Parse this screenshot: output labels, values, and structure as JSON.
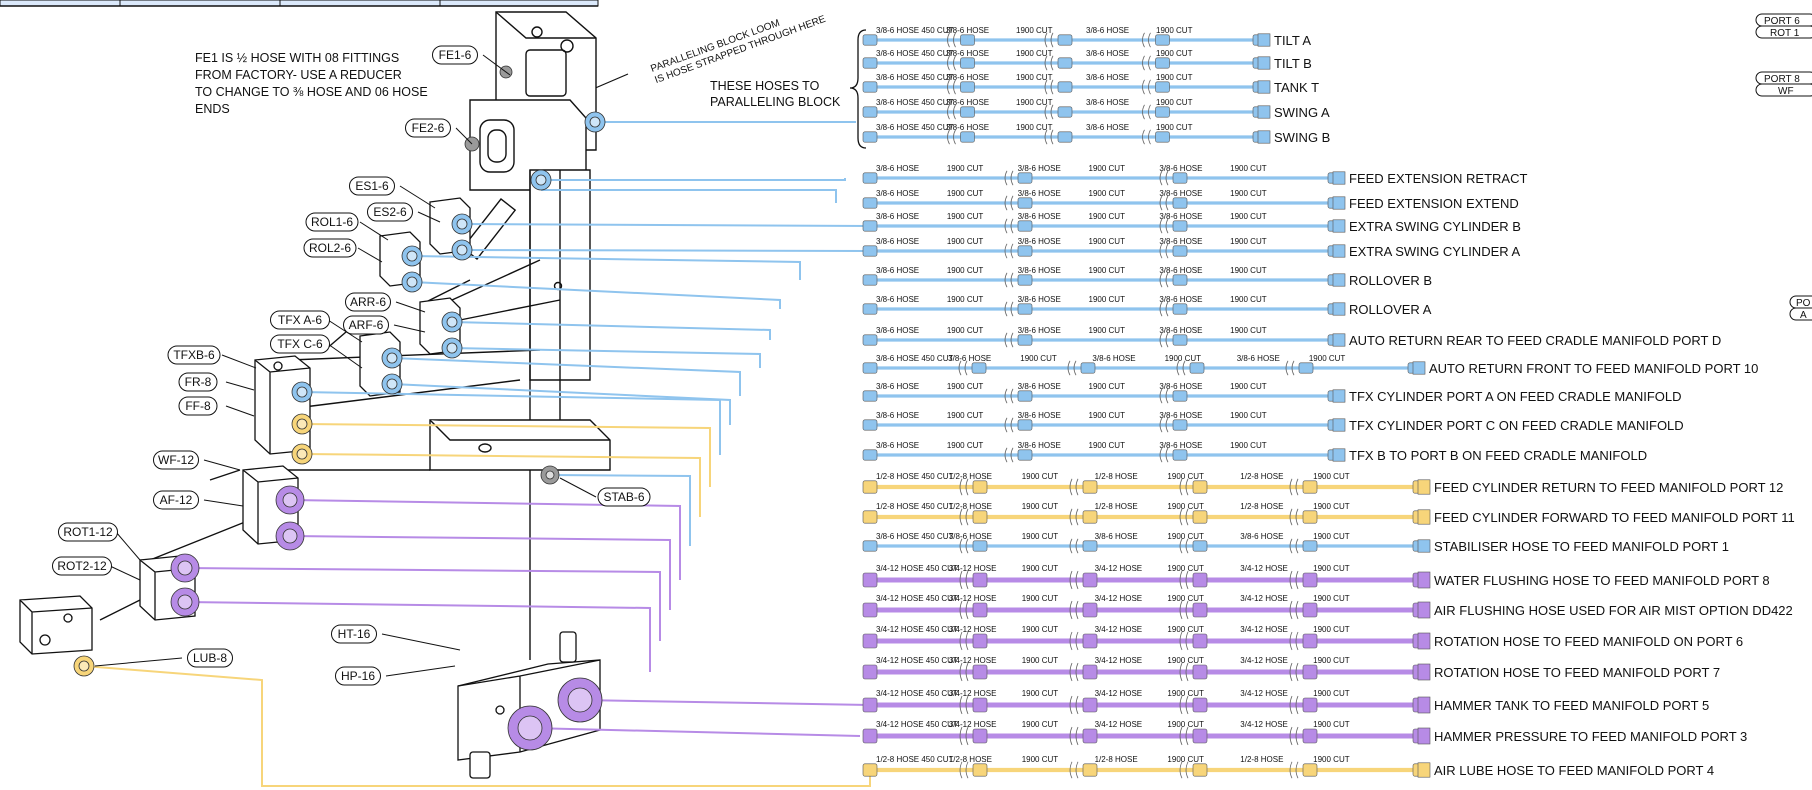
{
  "note_fe1": [
    "FE1 IS ½ HOSE WITH 08 FITTINGS",
    "FROM FACTORY- USE A REDUCER",
    "TO CHANGE TO ⅜ HOSE AND 06 HOSE",
    "ENDS"
  ],
  "note_paralleling_loom": [
    "PARALLELING BLOCK LOOM",
    "IS HOSE STRAPPED THROUGH HERE"
  ],
  "note_to_paralleling": [
    "THESE HOSES TO",
    "PARALLELING BLOCK"
  ],
  "right_edge": {
    "port6": "PORT 6",
    "rot1": "ROT 1",
    "port8": "PORT 8",
    "wf": "WF",
    "po": "PO",
    "a": "A"
  },
  "colors": {
    "blue_hose": "#8fc4ee",
    "yellow_hose": "#f7d57a",
    "purple_hose": "#b78be6",
    "outline": "#111111",
    "background": "#ffffff"
  },
  "callouts": [
    {
      "id": "fe1",
      "text": "FE1-6"
    },
    {
      "id": "fe2",
      "text": "FE2-6"
    },
    {
      "id": "es1",
      "text": "ES1-6"
    },
    {
      "id": "es2",
      "text": "ES2-6"
    },
    {
      "id": "rol1",
      "text": "ROL1-6"
    },
    {
      "id": "rol2",
      "text": "ROL2-6"
    },
    {
      "id": "arr",
      "text": "ARR-6"
    },
    {
      "id": "arf",
      "text": "ARF-6"
    },
    {
      "id": "tfxa",
      "text": "TFX A-6"
    },
    {
      "id": "tfxc",
      "text": "TFX C-6"
    },
    {
      "id": "tfxb",
      "text": "TFXB-6"
    },
    {
      "id": "fr",
      "text": "FR-8"
    },
    {
      "id": "ff",
      "text": "FF-8"
    },
    {
      "id": "wf",
      "text": "WF-12"
    },
    {
      "id": "af",
      "text": "AF-12"
    },
    {
      "id": "rot1",
      "text": "ROT1-12"
    },
    {
      "id": "rot2",
      "text": "ROT2-12"
    },
    {
      "id": "stab",
      "text": "STAB-6"
    },
    {
      "id": "lub",
      "text": "LUB-8"
    },
    {
      "id": "ht",
      "text": "HT-16"
    },
    {
      "id": "hp",
      "text": "HP-16"
    }
  ],
  "hose_runs": [
    {
      "dest": "TILT A",
      "color": "blue",
      "labels": [
        "3/8-6 HOSE 450 CUT",
        "3/8-6 HOSE",
        "1900 CUT",
        "3/8-6 HOSE",
        "1900 CUT"
      ]
    },
    {
      "dest": "TILT B",
      "color": "blue",
      "labels": [
        "3/8-6 HOSE 450 CUT",
        "3/8-6 HOSE",
        "1900 CUT",
        "3/8-6 HOSE",
        "1900 CUT"
      ]
    },
    {
      "dest": "TANK T",
      "color": "blue",
      "labels": [
        "3/8-6 HOSE 450 CUT",
        "3/8-6 HOSE",
        "1900 CUT",
        "3/8-6 HOSE",
        "1900 CUT"
      ]
    },
    {
      "dest": "SWING A",
      "color": "blue",
      "labels": [
        "3/8-6 HOSE 450 CUT",
        "3/8-6 HOSE",
        "1900 CUT",
        "3/8-6 HOSE",
        "1900 CUT"
      ]
    },
    {
      "dest": "SWING B",
      "color": "blue",
      "labels": [
        "3/8-6 HOSE 450 CUT",
        "3/8-6 HOSE",
        "1900 CUT",
        "3/8-6 HOSE",
        "1900 CUT"
      ]
    },
    {
      "dest": "FEED EXTENSION RETRACT",
      "color": "blue",
      "labels": [
        "3/8-6 HOSE",
        "1900 CUT",
        "3/8-6 HOSE",
        "1900 CUT",
        "3/8-6 HOSE",
        "1900 CUT"
      ]
    },
    {
      "dest": "FEED EXTENSION EXTEND",
      "color": "blue",
      "labels": [
        "3/8-6 HOSE",
        "1900 CUT",
        "3/8-6 HOSE",
        "1900 CUT",
        "3/8-6 HOSE",
        "1900 CUT"
      ]
    },
    {
      "dest": "EXTRA SWING CYLINDER B",
      "color": "blue",
      "labels": [
        "3/8-6 HOSE",
        "1900 CUT",
        "3/8-6 HOSE",
        "1900 CUT",
        "3/8-6 HOSE",
        "1900 CUT"
      ]
    },
    {
      "dest": "EXTRA SWING CYLINDER A",
      "color": "blue",
      "labels": [
        "3/8-6 HOSE",
        "1900 CUT",
        "3/8-6 HOSE",
        "1900 CUT",
        "3/8-6 HOSE",
        "1900 CUT"
      ]
    },
    {
      "dest": "ROLLOVER B",
      "color": "blue",
      "labels": [
        "3/8-6 HOSE",
        "1900 CUT",
        "3/8-6 HOSE",
        "1900 CUT",
        "3/8-6 HOSE",
        "1900 CUT"
      ]
    },
    {
      "dest": "ROLLOVER A",
      "color": "blue",
      "labels": [
        "3/8-6 HOSE",
        "1900 CUT",
        "3/8-6 HOSE",
        "1900 CUT",
        "3/8-6 HOSE",
        "1900 CUT"
      ]
    },
    {
      "dest": "AUTO RETURN REAR TO FEED CRADLE MANIFOLD PORT D",
      "color": "blue",
      "labels": [
        "3/8-6 HOSE",
        "1900 CUT",
        "3/8-6 HOSE",
        "1900 CUT",
        "3/8-6 HOSE",
        "1900 CUT"
      ]
    },
    {
      "dest": "AUTO RETURN FRONT TO FEED MANIFOLD PORT 10",
      "color": "blue",
      "labels": [
        "3/8-6 HOSE 450 CUT",
        "3/8-6 HOSE",
        "1900 CUT",
        "3/8-6 HOSE",
        "1900 CUT",
        "3/8-6 HOSE",
        "1900 CUT"
      ]
    },
    {
      "dest": "TFX CYLINDER PORT A ON FEED CRADLE MANIFOLD",
      "color": "blue",
      "labels": [
        "3/8-6 HOSE",
        "1900 CUT",
        "3/8-6 HOSE",
        "1900 CUT",
        "3/8-6 HOSE",
        "1900 CUT"
      ]
    },
    {
      "dest": "TFX CYLINDER PORT C ON FEED CRADLE MANIFOLD",
      "color": "blue",
      "labels": [
        "3/8-6 HOSE",
        "1900 CUT",
        "3/8-6 HOSE",
        "1900 CUT",
        "3/8-6 HOSE",
        "1900 CUT"
      ]
    },
    {
      "dest": "TFX B TO PORT B ON FEED CRADLE MANIFOLD",
      "color": "blue",
      "labels": [
        "3/8-6 HOSE",
        "1900 CUT",
        "3/8-6 HOSE",
        "1900 CUT",
        "3/8-6 HOSE",
        "1900 CUT"
      ]
    },
    {
      "dest": "FEED CYLINDER RETURN  TO FEED MANIFOLD PORT 12",
      "color": "yellow",
      "labels": [
        "1/2-8 HOSE 450 CUT",
        "1/2-8 HOSE",
        "1900 CUT",
        "1/2-8 HOSE",
        "1900 CUT",
        "1/2-8 HOSE",
        "1900 CUT"
      ]
    },
    {
      "dest": "FEED CYLINDER FORWARD TO  FEED MANIFOLD PORT 11",
      "color": "yellow",
      "labels": [
        "1/2-8 HOSE 450 CUT",
        "1/2-8 HOSE",
        "1900 CUT",
        "1/2-8 HOSE",
        "1900 CUT",
        "1/2-8 HOSE",
        "1900 CUT"
      ]
    },
    {
      "dest": "STABILISER HOSE TO FEED MANIFOLD PORT 1",
      "color": "blue",
      "labels": [
        "3/8-6 HOSE 450 CUT",
        "3/8-6 HOSE",
        "1900 CUT",
        "3/8-6 HOSE",
        "1900 CUT",
        "3/8-6 HOSE",
        "1900 CUT"
      ]
    },
    {
      "dest": "WATER FLUSHING HOSE TO FEED MANIFOLD PORT 8",
      "color": "purple",
      "labels": [
        "3/4-12 HOSE 450 CUT",
        "3/4-12 HOSE",
        "1900 CUT",
        "3/4-12 HOSE",
        "1900 CUT",
        "3/4-12 HOSE",
        "1900 CUT"
      ]
    },
    {
      "dest": "AIR FLUSHING HOSE USED FOR AIR MIST OPTION DD422",
      "color": "purple",
      "labels": [
        "3/4-12 HOSE 450 CUT",
        "3/4-12 HOSE",
        "1900 CUT",
        "3/4-12 HOSE",
        "1900 CUT",
        "3/4-12 HOSE",
        "1900 CUT"
      ]
    },
    {
      "dest": "ROTATION HOSE TO FEED MANIFOLD ON PORT 6",
      "color": "purple",
      "labels": [
        "3/4-12 HOSE 450 CUT",
        "3/4-12 HOSE",
        "1900 CUT",
        "3/4-12 HOSE",
        "1900 CUT",
        "3/4-12 HOSE",
        "1900 CUT"
      ]
    },
    {
      "dest": "ROTATION HOSE TO FEED MANIFOLD PORT 7",
      "color": "purple",
      "labels": [
        "3/4-12 HOSE 450 CUT",
        "3/4-12 HOSE",
        "1900 CUT",
        "3/4-12 HOSE",
        "1900 CUT",
        "3/4-12 HOSE",
        "1900 CUT"
      ]
    },
    {
      "dest": "HAMMER TANK TO FEED MANIFOLD PORT 5",
      "color": "purple",
      "labels": [
        "3/4-12 HOSE 450 CUT",
        "3/4-12 HOSE",
        "1900 CUT",
        "3/4-12 HOSE",
        "1900 CUT",
        "3/4-12 HOSE",
        "1900 CUT"
      ]
    },
    {
      "dest": "HAMMER PRESSURE TO FEED MANIFOLD PORT 3",
      "color": "purple",
      "labels": [
        "3/4-12 HOSE 450 CUT",
        "3/4-12 HOSE",
        "1900 CUT",
        "3/4-12 HOSE",
        "1900 CUT",
        "3/4-12 HOSE",
        "1900 CUT"
      ]
    },
    {
      "dest": "AIR LUBE HOSE TO FEED MANIFOLD PORT 4",
      "color": "yellow",
      "labels": [
        "1/2-8 HOSE 450 CUT",
        "1/2-8 HOSE",
        "1900 CUT",
        "1/2-8 HOSE",
        "1900 CUT",
        "1/2-8 HOSE",
        "1900 CUT"
      ]
    }
  ]
}
